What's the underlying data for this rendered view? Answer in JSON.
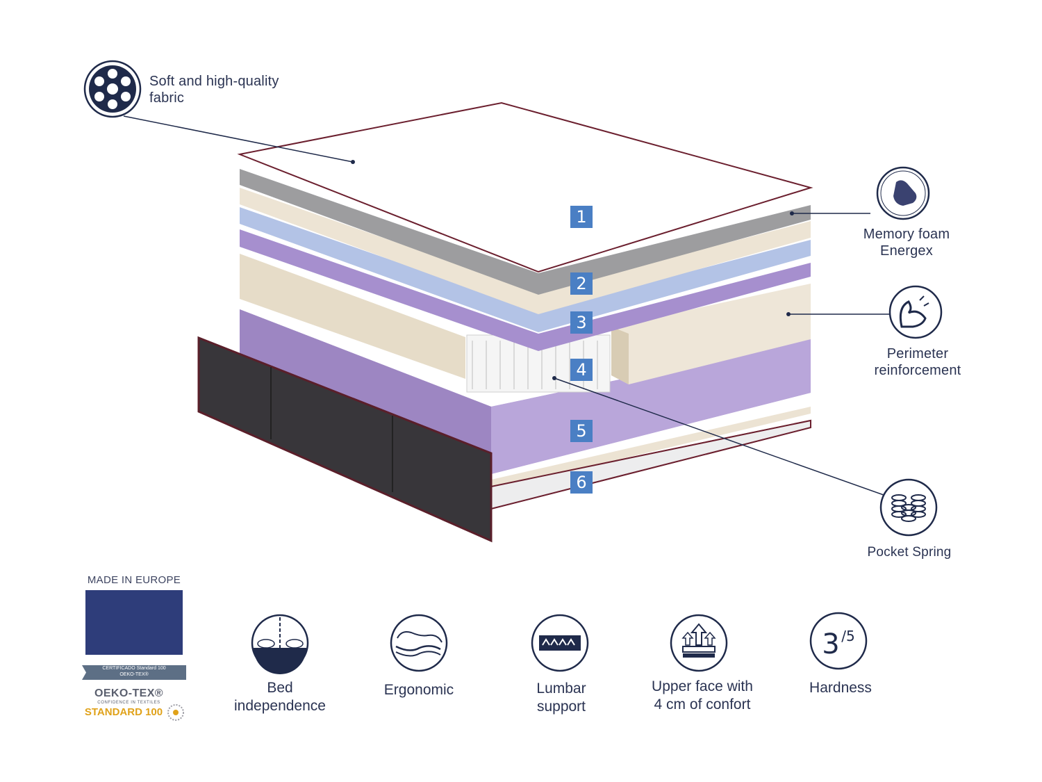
{
  "callouts": {
    "fabric": "Soft and high-quality",
    "fabric_line2": "fabric",
    "memory_line1": "Memory foam",
    "memory_line2": "Energex",
    "perimeter_line1": "Perimeter",
    "perimeter_line2": "reinforcement",
    "pocket": "Pocket Spring"
  },
  "layers": [
    "1",
    "2",
    "3",
    "4",
    "5",
    "6"
  ],
  "certification": {
    "made_in": "MADE IN EUROPE",
    "cert_line1": "CERTIFICADO Standard 100",
    "cert_line2": "OEKO-TEX®",
    "oeko_title": "OEKO-TEX®",
    "oeko_sub": "CONFIDENCE IN TEXTILES",
    "oeko_standard": "STANDARD 100"
  },
  "features": [
    {
      "line1": "Bed",
      "line2": "independence",
      "icon": "bed-independence-icon"
    },
    {
      "line1": "Ergonomic",
      "line2": "",
      "icon": "ergonomic-icon"
    },
    {
      "line1": "Lumbar",
      "line2": "support",
      "icon": "lumbar-support-icon"
    },
    {
      "line1": "Upper face with",
      "line2": "4 cm of confort",
      "icon": "upper-face-icon"
    },
    {
      "line1": "Hardness",
      "line2": "",
      "icon": "hardness-icon"
    }
  ],
  "hardness": {
    "value": "3",
    "scale": "/5"
  },
  "colors": {
    "navy": "#1f2a4a",
    "badge": "#4a7fc4",
    "purple": "#a88fc9",
    "beige": "#e9e1d3",
    "gray": "#9a9a9a",
    "light_blue": "#aebde2",
    "oeko_gold": "#e0a21a",
    "eu_blue": "#2e3d7a"
  }
}
